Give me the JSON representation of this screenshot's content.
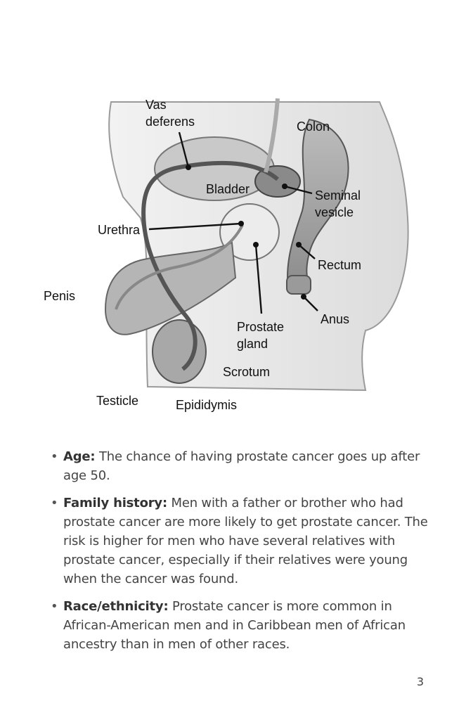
{
  "figure": {
    "labels": {
      "vas_deferens_line1": "Vas",
      "vas_deferens_line2": "deferens",
      "colon": "Colon",
      "bladder": "Bladder",
      "seminal_vesicle_line1": "Seminal",
      "seminal_vesicle_line2": "vesicle",
      "urethra": "Urethra",
      "rectum": "Rectum",
      "penis": "Penis",
      "anus": "Anus",
      "prostate_gland_line1": "Prostate",
      "prostate_gland_line2": "gland",
      "scrotum": "Scrotum",
      "testicle": "Testicle",
      "epididymis": "Epididymis"
    }
  },
  "risk_factors": [
    {
      "term": "Age:",
      "text": " The chance of having prostate cancer goes up after age 50."
    },
    {
      "term": "Family history:",
      "text": " Men with a father or brother who had prostate cancer are more likely to get prostate cancer. The risk is higher for men who have several relatives with prostate cancer, especially if their relatives were young when the cancer was found."
    },
    {
      "term": "Race/ethnicity:",
      "text": " Prostate cancer is more common in African-American men and in Caribbean men of African ancestry than in men of other races."
    }
  ],
  "page_number": "3"
}
